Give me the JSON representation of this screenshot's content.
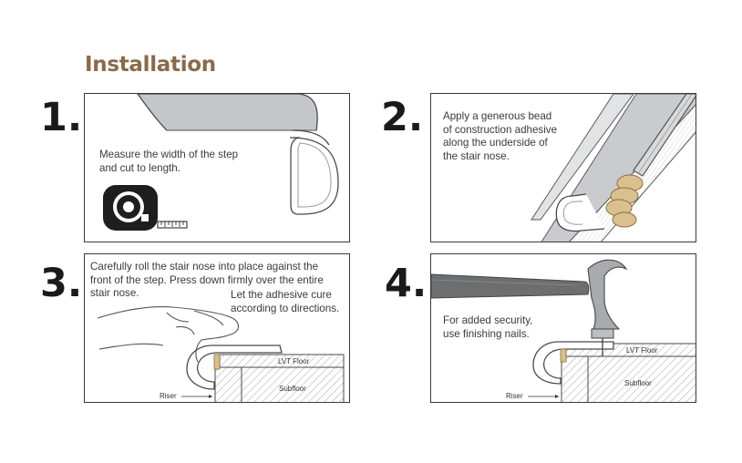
{
  "title": "Installation",
  "steps": [
    {
      "number": "1.",
      "text_lines": [
        "Measure the width of the step",
        "and cut to length."
      ]
    },
    {
      "number": "2.",
      "text_lines": [
        "Apply a generous bead",
        "of construction adhesive",
        "along the underside of",
        "the stair nose."
      ]
    },
    {
      "number": "3.",
      "text_lines": [
        "Carefully roll the stair nose into place against the",
        "front of the step. Press down firmly over the entire",
        "stair nose."
      ],
      "note_lines": [
        "Let the adhesive cure",
        "according to directions."
      ],
      "labels": {
        "floor": "LVT Floor",
        "subfloor": "Subfloor",
        "riser": "Riser"
      }
    },
    {
      "number": "4.",
      "text_lines": [
        "For added security,",
        "use finishing nails."
      ],
      "labels": {
        "floor": "LVT Floor",
        "subfloor": "Subfloor",
        "riser": "Riser"
      }
    }
  ],
  "icons": {
    "tape_measure": "tape-measure-icon",
    "caulk_gun": "caulk-nozzle-icon",
    "hand": "hand-icon",
    "hammer": "hammer-icon"
  },
  "colors": {
    "title": "#8a6a4b",
    "adhesive": "#d9c08e",
    "nose_gray": "#bdbfc2",
    "hammer_handle": "#6c6e70"
  }
}
